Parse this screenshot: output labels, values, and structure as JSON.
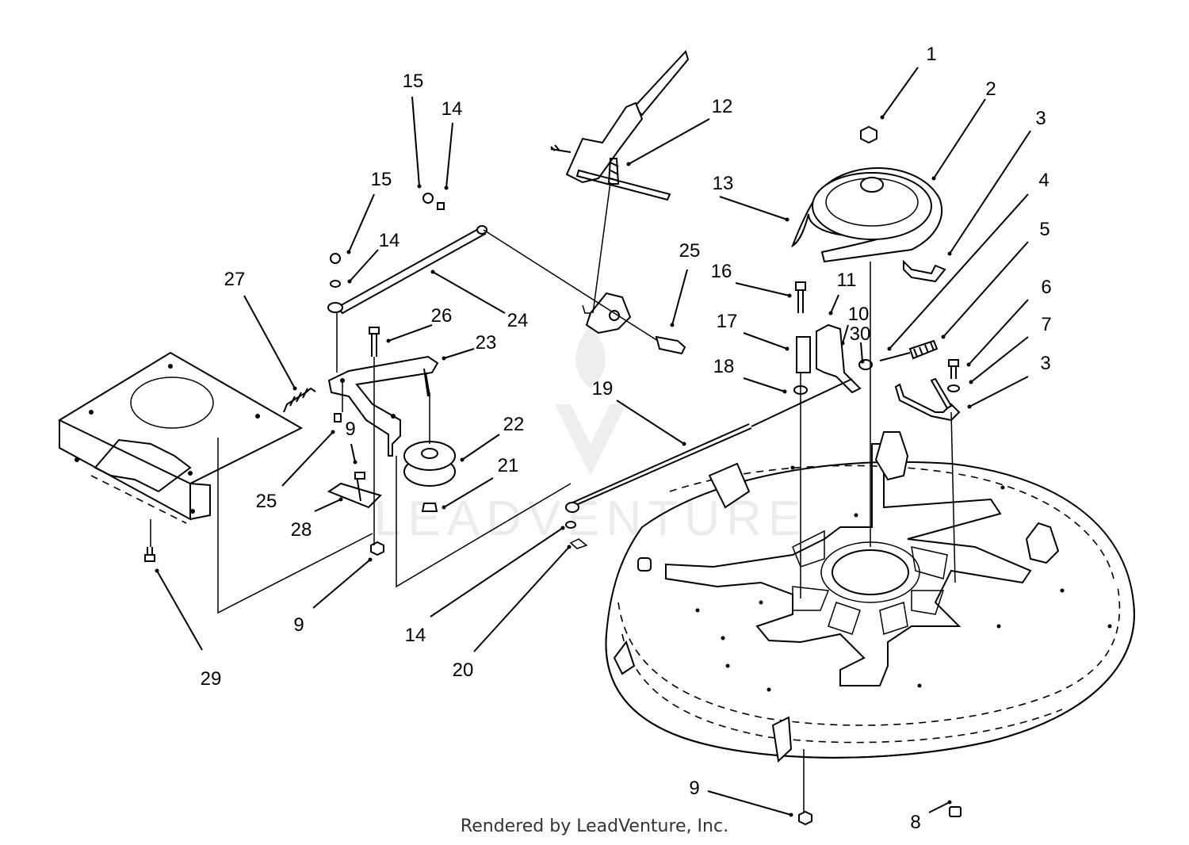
{
  "watermark": "LEADVENTURE",
  "credit": "Rendered by LeadVenture, Inc.",
  "callouts": {
    "c1": "1",
    "c2": "2",
    "c3a": "3",
    "c3b": "3",
    "c4": "4",
    "c5": "5",
    "c6": "6",
    "c7": "7",
    "c8": "8",
    "c9a": "9",
    "c9b": "9",
    "c9c": "9",
    "c10": "10",
    "c11": "11",
    "c12": "12",
    "c13": "13",
    "c14a": "14",
    "c14b": "14",
    "c14c": "14",
    "c15a": "15",
    "c15b": "15",
    "c16": "16",
    "c17": "17",
    "c18": "18",
    "c19": "19",
    "c20": "20",
    "c21": "21",
    "c22": "22",
    "c23": "23",
    "c24": "24",
    "c25a": "25",
    "c25b": "25",
    "c26": "26",
    "c27": "27",
    "c28": "28",
    "c29": "29",
    "c30": "30"
  }
}
